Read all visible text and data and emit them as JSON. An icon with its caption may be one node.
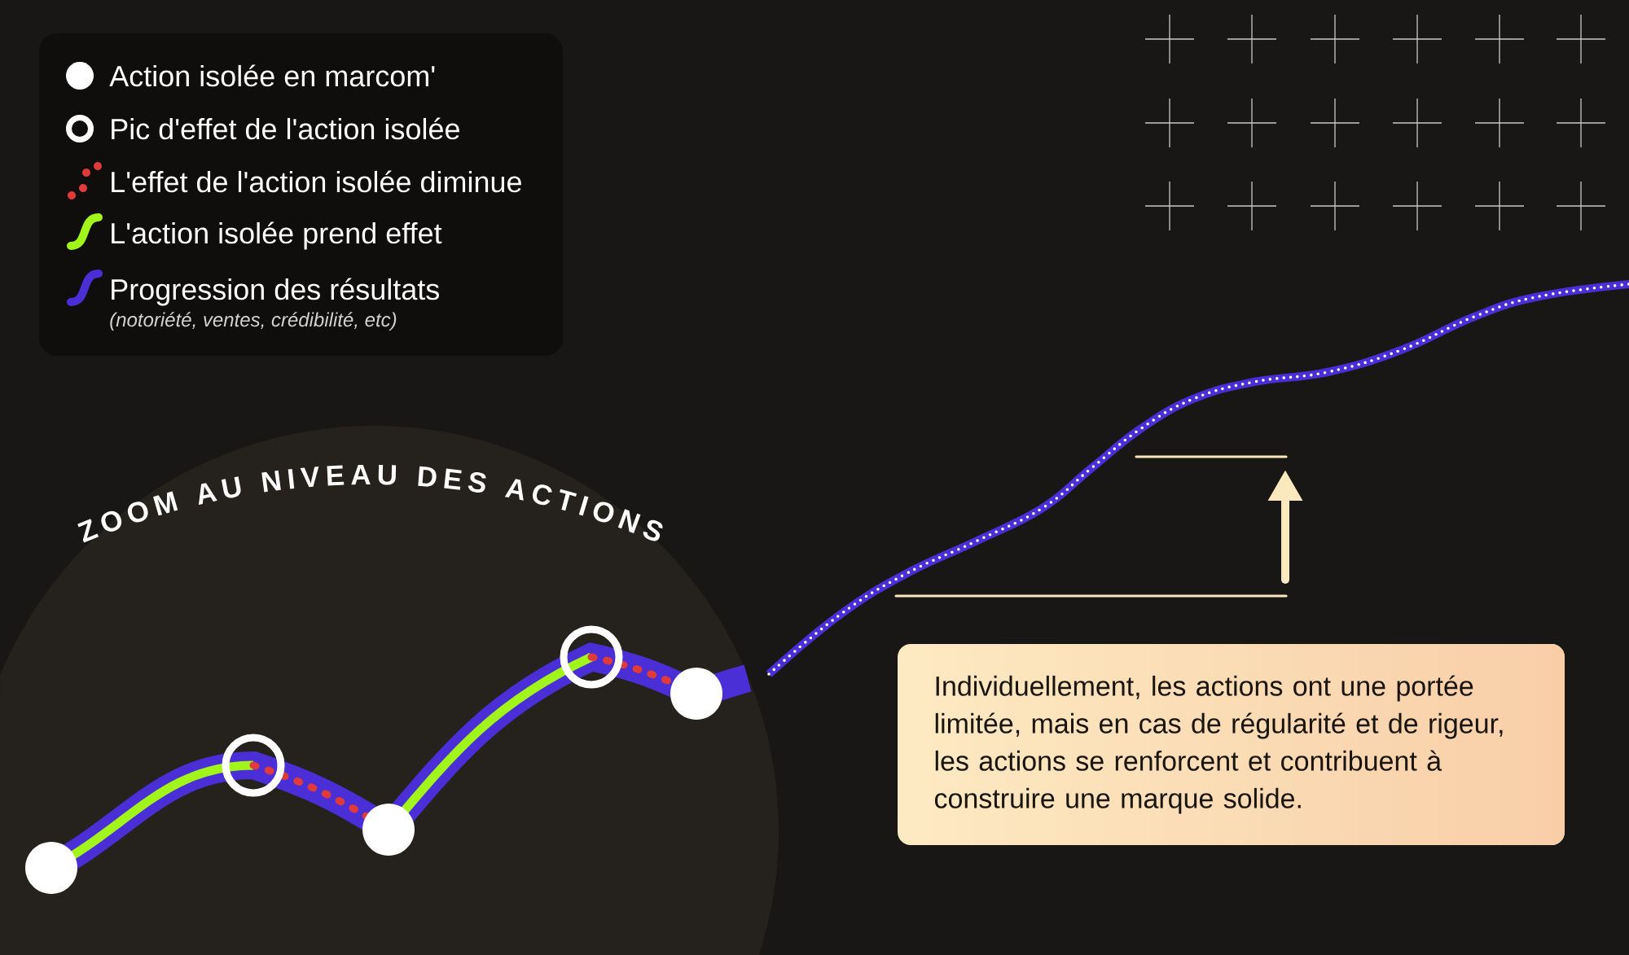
{
  "diagram": {
    "nodes": [
      {
        "text": [
          "ZOOM AU NIVEAU DES ACTIONS"
        ]
      },
      {
        "text": [
          "Individuellement, les actions ont une portée limitée, mais en cas de régularité et de rigeur, les actions se renforcent et contribuent à construire une marque solide."
        ]
      }
    ],
    "labels": [
      "(notoriété, ventes, crédibilité, etc)"
    ],
    "legend": [
      {
        "text": "Action isolée en marcom'"
      },
      {
        "text": "Pic d'effet de l'action isolée"
      },
      {
        "text": "L'effet de l'action isolée diminue"
      },
      {
        "text": "L'action isolée prend effet"
      },
      {
        "text": "Progression des résultats"
      }
    ]
  }
}
